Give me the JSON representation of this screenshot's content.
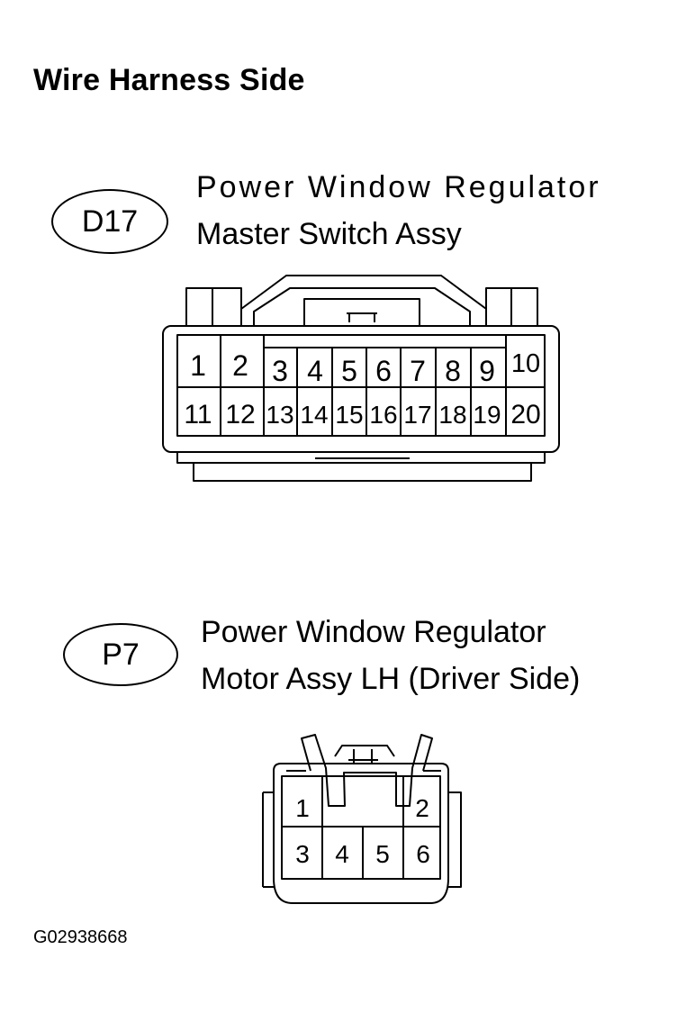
{
  "title": "Wire Harness Side",
  "connectors": [
    {
      "code": "D17",
      "name_line1": "Power Window Regulator",
      "name_line2": "Master Switch Assy",
      "pins_top": [
        "1",
        "2",
        "3",
        "4",
        "5",
        "6",
        "7",
        "8",
        "9",
        "10"
      ],
      "pins_bottom": [
        "11",
        "12",
        "13",
        "14",
        "15",
        "16",
        "17",
        "18",
        "19",
        "20"
      ]
    },
    {
      "code": "P7",
      "name_line1": "Power Window Regulator",
      "name_line2": "Motor Assy LH (Driver Side)",
      "pins_top": [
        "1",
        "2"
      ],
      "pins_bottom": [
        "3",
        "4",
        "5",
        "6"
      ]
    }
  ],
  "image_code": "G02938668"
}
